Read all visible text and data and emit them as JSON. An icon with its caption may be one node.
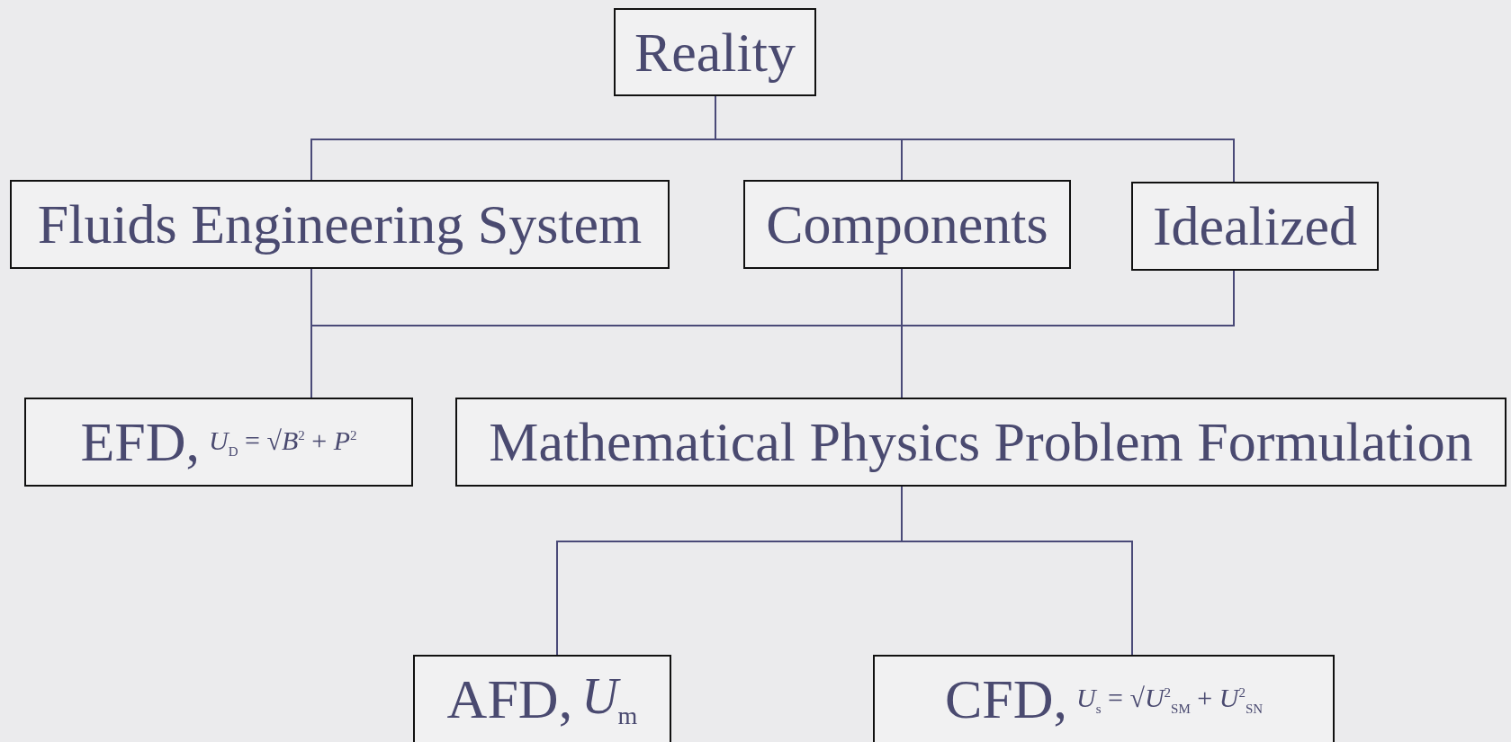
{
  "diagram": {
    "nodes": [
      {
        "text": [
          "Reality"
        ]
      },
      {
        "text": [
          "Fluids Engineering System"
        ]
      },
      {
        "text": [
          "Components"
        ]
      },
      {
        "text": [
          "Idealized"
        ]
      },
      {
        "text": [
          "EFD,",
          "*U*$_{D}$ = √*B*$^{2}$ + *P*$^{2}$"
        ]
      },
      {
        "text": [
          "Mathematical Physics Problem Formulation"
        ]
      },
      {
        "text": [
          "AFD,",
          "*U*$_{m}$"
        ]
      },
      {
        "text": [
          "CFD,",
          "*U*$_{s}$ = √*U*$^{2}$$_{SM}$ + *U*$^{2}$$_{SN}$"
        ]
      }
    ],
    "edges": [
      {
        "from": 0,
        "to": 1,
        "arrow": "none"
      },
      {
        "from": 0,
        "to": 2,
        "arrow": "none"
      },
      {
        "from": 0,
        "to": 3,
        "arrow": "none"
      },
      {
        "from": 1,
        "to": 4,
        "arrow": "none"
      },
      {
        "from": 1,
        "to": 5,
        "arrow": "none"
      },
      {
        "from": 2,
        "to": 4,
        "arrow": "none"
      },
      {
        "from": 2,
        "to": 5,
        "arrow": "none"
      },
      {
        "from": 3,
        "to": 4,
        "arrow": "none"
      },
      {
        "from": 3,
        "to": 5,
        "arrow": "none"
      },
      {
        "from": 5,
        "to": 6,
        "arrow": "none"
      },
      {
        "from": 5,
        "to": 7,
        "arrow": "none"
      }
    ]
  }
}
